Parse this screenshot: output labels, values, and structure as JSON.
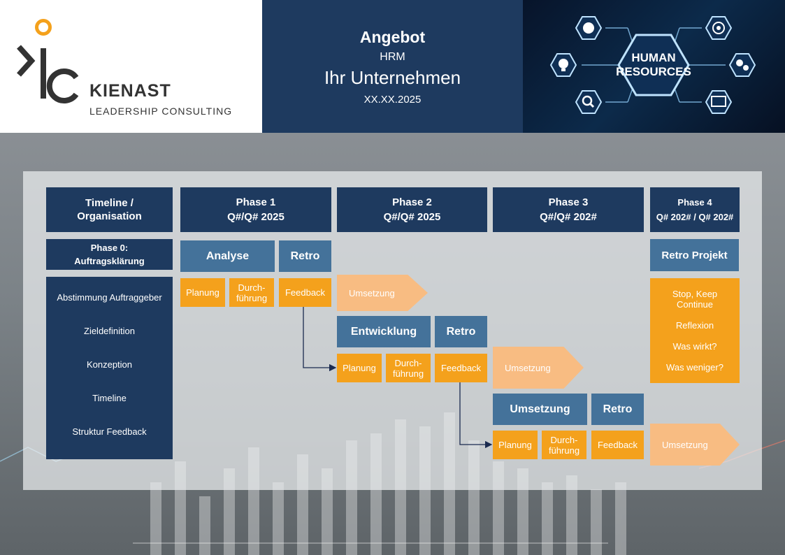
{
  "header": {
    "logo_name": "KIENAST",
    "logo_sub": "LEADERSHIP CONSULTING",
    "title": "Angebot",
    "subtitle": "HRM",
    "company": "Ihr Unternehmen",
    "date": "XX.XX.2025",
    "hr_label_1": "HUMAN",
    "hr_label_2": "RESOURCES"
  },
  "columns": {
    "timeline_1": "Timeline /",
    "timeline_2": "Organisation",
    "phase1_name": "Phase 1",
    "phase1_date": "Q#/Q# 2025",
    "phase2_name": "Phase 2",
    "phase2_date": "Q#/Q# 2025",
    "phase3_name": "Phase 3",
    "phase3_date": "Q#/Q# 202#",
    "phase4_name": "Phase 4",
    "phase4_date": "Q# 202# / Q# 202#"
  },
  "phase0": {
    "title_1": "Phase 0:",
    "title_2": "Auftragsklärung",
    "items": [
      "Abstimmung Auftraggeber",
      "Zieldefinition",
      "Konzeption",
      "Timeline",
      "Struktur Feedback"
    ]
  },
  "row1": {
    "main": "Analyse",
    "retro": "Retro",
    "plan": "Planung",
    "exec_1": "Durch-",
    "exec_2": "führung",
    "feedback": "Feedback",
    "impl": "Umsetzung"
  },
  "row2": {
    "main": "Entwicklung",
    "retro": "Retro",
    "plan": "Planung",
    "exec_1": "Durch-",
    "exec_2": "führung",
    "feedback": "Feedback",
    "impl": "Umsetzung"
  },
  "row3": {
    "main": "Umsetzung",
    "retro": "Retro",
    "plan": "Planung",
    "exec_1": "Durch-",
    "exec_2": "führung",
    "feedback": "Feedback",
    "impl": "Umsetzung"
  },
  "phase4": {
    "retro": "Retro Projekt",
    "items": [
      "Stop, Keep Continue",
      "Reflexion",
      "Was wirkt?",
      "Was weniger?"
    ]
  },
  "colors": {
    "navy": "#1e3a5f",
    "steel": "#44729a",
    "orange": "#f4a11c",
    "peach": "#f8bc82"
  }
}
